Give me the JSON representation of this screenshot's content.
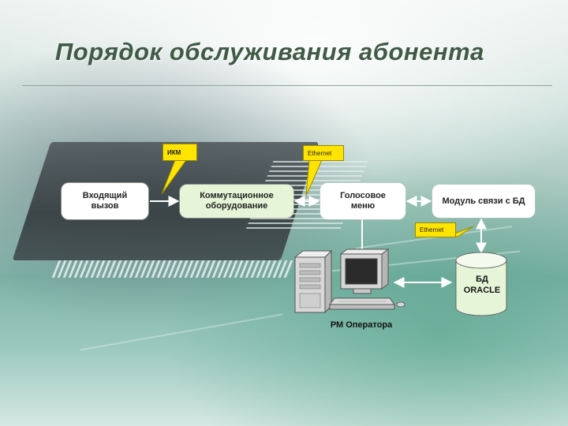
{
  "title": "Порядок обслуживания абонента",
  "nodes": {
    "incoming_call": "Входящий вызов",
    "switching_equipment": "Коммутационное оборудование",
    "voice_menu": "Голосовое меню",
    "db_module": "Модуль связи с БД"
  },
  "notes": {
    "ikm": "ИКМ",
    "ethernet_top": "Ethernet",
    "ethernet_right": "Ethernet"
  },
  "database": {
    "line1": "БД",
    "line2": "ORACLE"
  },
  "operator_label": "РМ Оператора",
  "colors": {
    "title": "#3f5a45",
    "note_fill": "#ffe400",
    "node_fill": "#ffffff",
    "switch_fill": "#e6f5d8",
    "db_fill": "#e6f5d8"
  }
}
